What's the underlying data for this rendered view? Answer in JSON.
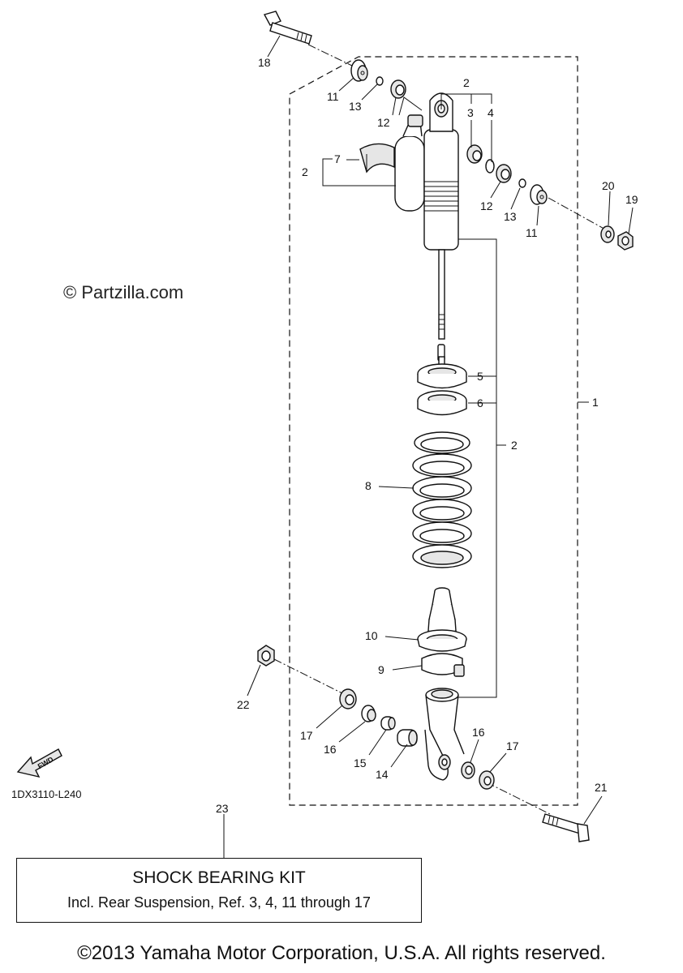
{
  "watermark": "© Partzilla.com",
  "diagram_code": "1DX3110-L240",
  "fwd_label": "FWD",
  "kit": {
    "ref": "23",
    "title": "SHOCK BEARING KIT",
    "description": "Incl. Rear Suspension, Ref.  3, 4, 11 through 17"
  },
  "copyright": "©2013 Yamaha Motor Corporation, U.S.A. All rights reserved.",
  "callouts": {
    "c18": "18",
    "c11a": "11",
    "c13a": "13",
    "c12a": "12",
    "c2top": "2",
    "c3": "3",
    "c4": "4",
    "c7": "7",
    "c2left": "2",
    "c12b": "12",
    "c13b": "13",
    "c11b": "11",
    "c20": "20",
    "c19": "19",
    "c5": "5",
    "c6": "6",
    "c2right": "2",
    "c1": "1",
    "c8": "8",
    "c10": "10",
    "c9": "9",
    "c22": "22",
    "c17a": "17",
    "c16a": "16",
    "c15": "15",
    "c14": "14",
    "c16b": "16",
    "c17b": "17",
    "c21": "21"
  }
}
